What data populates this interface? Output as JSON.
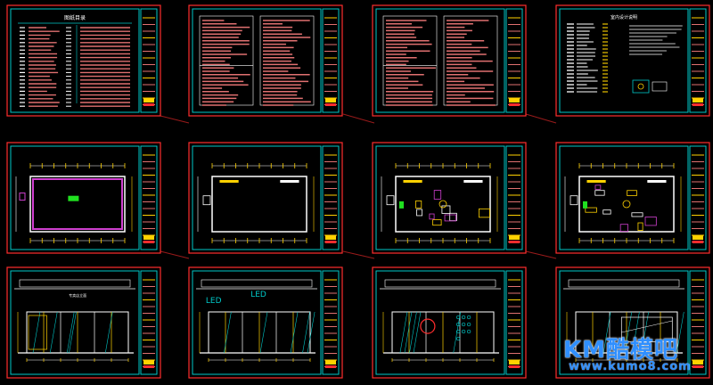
{
  "colors": {
    "background": "#000000",
    "sheet_border": "#ff2d2d",
    "frame": "#00c8c8",
    "text_red": "#e07070",
    "text_white": "#ffffff",
    "yellow": "#ffd200",
    "green": "#20e020",
    "magenta": "#d040d0",
    "watermark": "#2f8fff"
  },
  "sheets": [
    {
      "id": "sheet-1",
      "kind": "drawing-index",
      "title": "图纸目录"
    },
    {
      "id": "sheet-2",
      "kind": "design-notes",
      "title": ""
    },
    {
      "id": "sheet-3",
      "kind": "design-notes",
      "title": ""
    },
    {
      "id": "sheet-4",
      "kind": "materials-table",
      "title": "室内设计说明"
    },
    {
      "id": "sheet-5",
      "kind": "floor-plan",
      "title": ""
    },
    {
      "id": "sheet-6",
      "kind": "floor-plan",
      "title": ""
    },
    {
      "id": "sheet-7",
      "kind": "furniture-plan",
      "title": ""
    },
    {
      "id": "sheet-8",
      "kind": "furniture-plan",
      "title": ""
    },
    {
      "id": "sheet-9",
      "kind": "elevation",
      "title": "",
      "label": "专卖店立面"
    },
    {
      "id": "sheet-10",
      "kind": "elevation",
      "title": "",
      "label": "LED",
      "label2": "LED"
    },
    {
      "id": "sheet-11",
      "kind": "elevation",
      "title": ""
    },
    {
      "id": "sheet-12",
      "kind": "elevation",
      "title": ""
    }
  ],
  "watermark": {
    "logo": "KM酷模吧",
    "url": "www.kumo8.com",
    "icon": "km-logo-icon"
  }
}
